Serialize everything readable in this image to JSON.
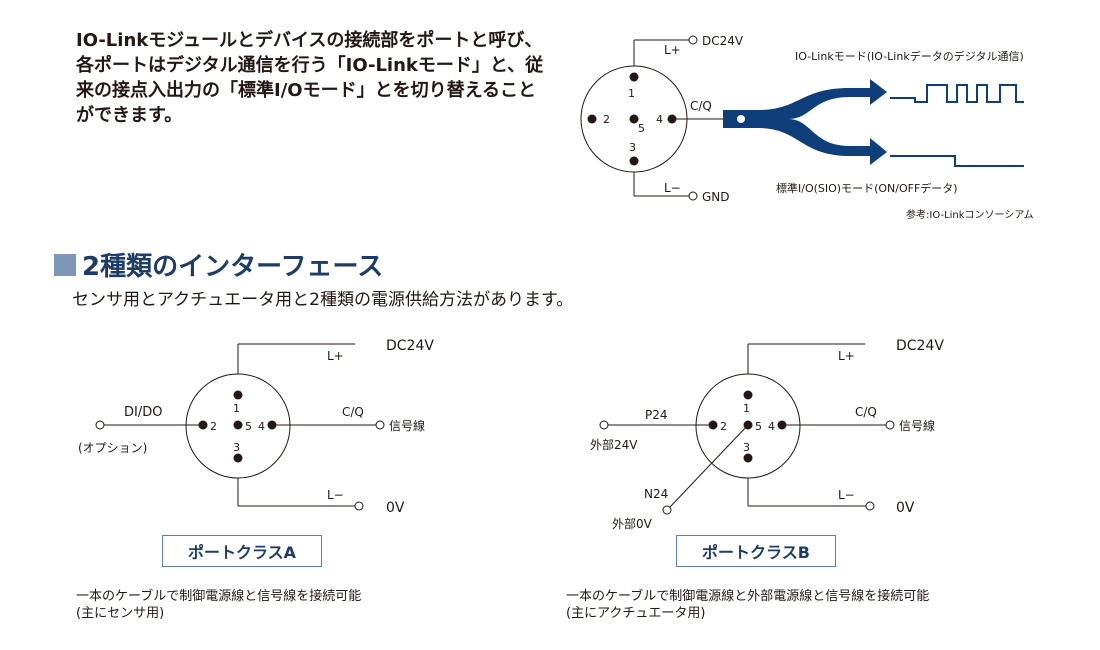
{
  "intro": {
    "lines": [
      "IO-Linkモジュールとデバイスの接続部をポートと呼び、",
      "各ポートはデジタル通信を行う「IO-Linkモード」と、従",
      "来の接点入出力の「標準I/Oモード」とを切り替えること",
      "ができます。"
    ]
  },
  "top_diagram": {
    "dc24v": "DC24V",
    "l_plus": "L+",
    "l_minus": "L−",
    "gnd": "GND",
    "cq": "C/Q",
    "pin1": "1",
    "pin2": "2",
    "pin3": "3",
    "pin4": "4",
    "pin5": "5",
    "iolink_mode": "IO-Linkモード(IO-Linkデータのデジタル通信)",
    "sio_mode": "標準I/O(SIO)モード(ON/OFFデータ)",
    "reference": "参考:IO-Linkコンソーシアム",
    "arrow_color": "#0f3f7a"
  },
  "section": {
    "title": "2種類のインターフェース",
    "subtitle": "センサ用とアクチュエータ用と2種類の電源供給方法があります。"
  },
  "port_a": {
    "label": "ポートクラスA",
    "dc24v": "DC24V",
    "l_plus": "L+",
    "l_minus": "L−",
    "zero_v": "0V",
    "didio": "DI/DO",
    "option": "(オプション)",
    "cq": "C/Q",
    "signal": "信号線",
    "pin1": "1",
    "pin2": "2",
    "pin3": "3",
    "pin4": "4",
    "pin5": "5",
    "desc": [
      "一本のケーブルで制御電源線と信号線を接続可能",
      "(主にセンサ用)"
    ]
  },
  "port_b": {
    "label": "ポートクラスB",
    "dc24v": "DC24V",
    "l_plus": "L+",
    "l_minus": "L−",
    "zero_v": "0V",
    "p24": "P24",
    "ext24": "外部24V",
    "n24": "N24",
    "ext0": "外部0V",
    "cq": "C/Q",
    "signal": "信号線",
    "pin1": "1",
    "pin2": "2",
    "pin3": "3",
    "pin4": "4",
    "pin5": "5",
    "desc": [
      "一本のケーブルで制御電源線と外部電源線と信号線を接続可能",
      "(主にアクチュエータ用)"
    ]
  }
}
